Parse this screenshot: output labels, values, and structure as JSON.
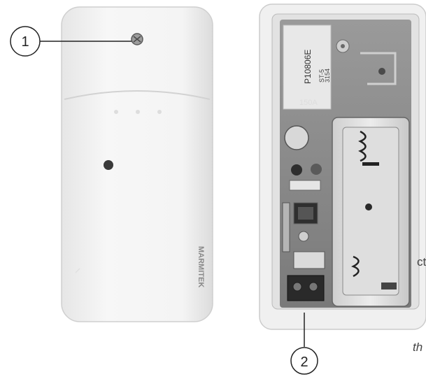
{
  "callouts": [
    {
      "number": "1"
    },
    {
      "number": "2"
    }
  ],
  "device_left": {
    "brand_text": "MARMITEK"
  },
  "device_right": {
    "pcb_text_1": "P10806E",
    "pcb_text_2": "ST-5",
    "pcb_text_3": "3154",
    "pcb_text_4": "150A"
  },
  "cropped_text": {
    "line_1": "ct",
    "line_2": "th"
  },
  "colors": {
    "housing": "#f2f2f2",
    "housing_shadow": "#d9d9d9",
    "pcb": "#8a8a8a",
    "outline": "#222222"
  }
}
